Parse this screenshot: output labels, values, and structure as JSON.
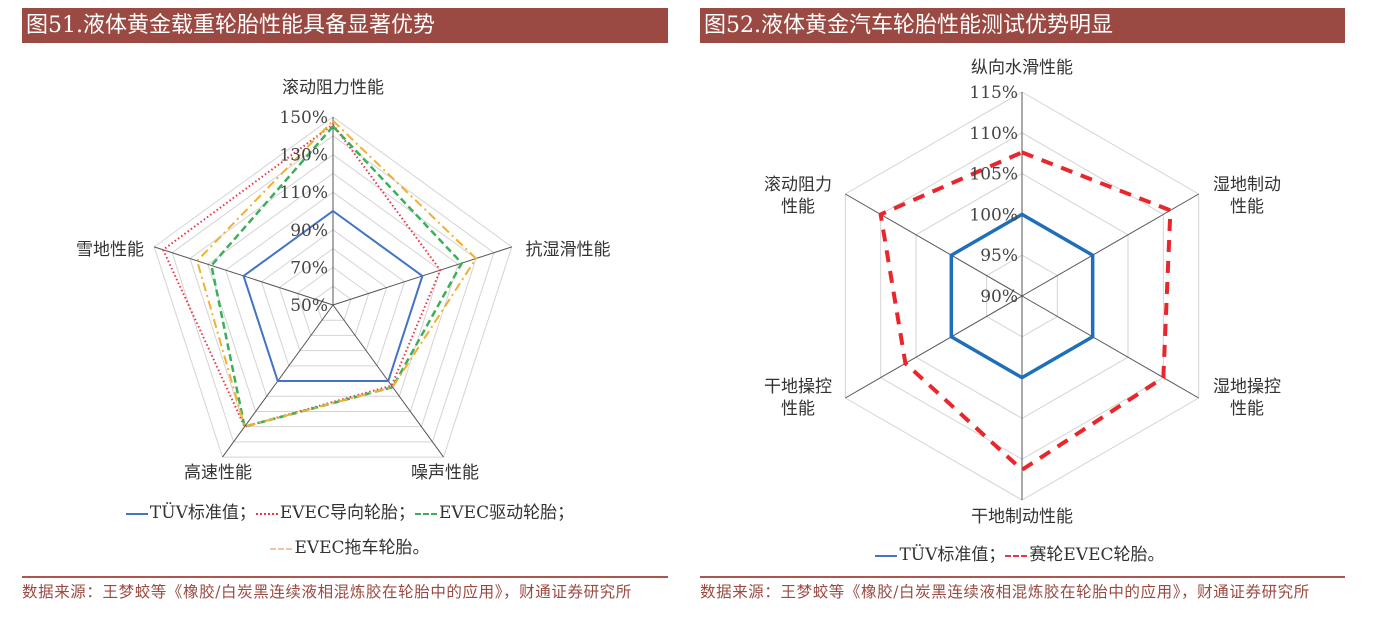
{
  "colors": {
    "title_bg": "#9a4a42",
    "source_text": "#9a4a42"
  },
  "chart_data": [
    {
      "type": "radar",
      "title": "图51.液体黄金载重轮胎性能具备显著优势",
      "axes": [
        "滚动阻力性能",
        "抗湿滑性能",
        "噪声性能",
        "高速性能",
        "雪地性能"
      ],
      "range": [
        50,
        150
      ],
      "ticks": [
        "50%",
        "70%",
        "90%",
        "110%",
        "130%",
        "150%"
      ],
      "tick_values": [
        50,
        70,
        90,
        110,
        130,
        150
      ],
      "grid_step": 10,
      "series": [
        {
          "name": "TÜV标准值；",
          "color": "#4472c4",
          "style": "solid",
          "values": [
            100,
            100,
            100,
            100,
            100
          ]
        },
        {
          "name": "EVEC导向轮胎；",
          "color": "#e8354a",
          "style": "dotted",
          "values": [
            146,
            110,
            103,
            130,
            145
          ]
        },
        {
          "name": "EVEC驱动轮胎；",
          "color": "#3dae5a",
          "style": "dashed",
          "values": [
            145,
            122,
            104,
            130,
            118
          ]
        },
        {
          "name": "EVEC拖车轮胎。",
          "color": "#f0b030",
          "style": "dashdot",
          "values": [
            148,
            130,
            104,
            130,
            126
          ]
        }
      ],
      "source": "数据来源：王梦蛟等《橡胶/白炭黑连续液相混炼胶在轮胎中的应用》，财通证券研究所"
    },
    {
      "type": "radar",
      "title": "图52.液体黄金汽车轮胎性能测试优势明显",
      "axes": [
        [
          "纵向水滑性能"
        ],
        [
          "湿地制动",
          "性能"
        ],
        [
          "湿地操控",
          "性能"
        ],
        [
          "干地制动性能"
        ],
        [
          "干地操控",
          "性能"
        ],
        [
          "滚动阻力",
          "性能"
        ]
      ],
      "range": [
        90,
        115
      ],
      "ticks": [
        "90%",
        "95%",
        "100%",
        "105%",
        "110%",
        "115%"
      ],
      "tick_values": [
        90,
        95,
        100,
        105,
        110,
        115
      ],
      "grid_step": 5,
      "series": [
        {
          "name": "TÜV标准值；",
          "color": "#1f6fb8",
          "style": "solid",
          "values": [
            100,
            100,
            100,
            100,
            100,
            100
          ]
        },
        {
          "name": "赛轮EVEC轮胎。",
          "color": "#e8262b",
          "style": "bigdash",
          "values": [
            107.6,
            111,
            110,
            111.3,
            106.5,
            110
          ]
        }
      ],
      "source": "数据来源：王梦蛟等《橡胶/白炭黑连续液相混炼胶在轮胎中的应用》，财通证券研究所"
    }
  ]
}
